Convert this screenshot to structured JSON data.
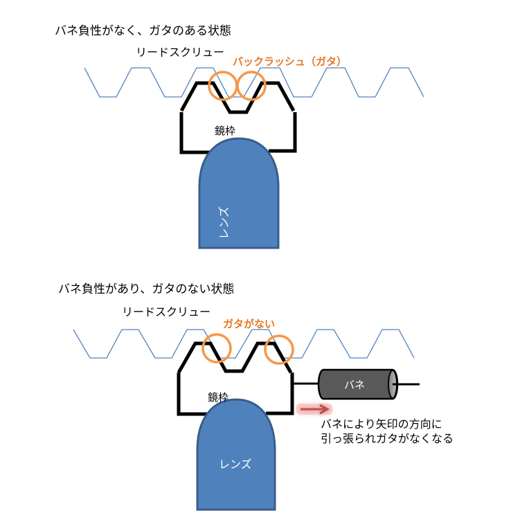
{
  "colors": {
    "screw": "#4F81BD",
    "frame": "#000000",
    "circle": "#F79646",
    "lens_fill": "#4F81BD",
    "lens_stroke": "#385D8A",
    "spring_fill": "#595959",
    "arrow": "#C0504D",
    "accent_text": "#E87722"
  },
  "top_panel": {
    "title": "バネ負性がなく、ガタのある状態",
    "screw_label": "リードスクリュー",
    "callout": "バックラッシュ（ガタ）",
    "frame_label": "鏡枠",
    "lens_label": "レンズ"
  },
  "bottom_panel": {
    "title": "バネ負性があり、ガタのない状態",
    "screw_label": "リードスクリュー",
    "callout": "ガタがない",
    "frame_label": "鏡枠",
    "lens_label": "レンズ",
    "spring_label": "バネ",
    "note_line1": "バネにより矢印の方向に",
    "note_line2": "引っ張られガタがなくなる"
  }
}
